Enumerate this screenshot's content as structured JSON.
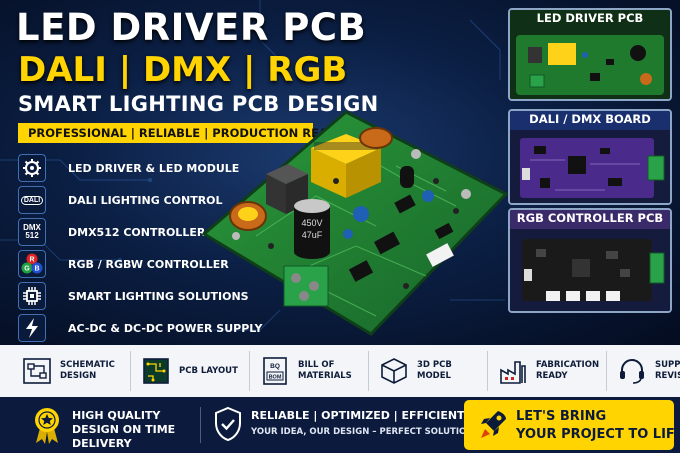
{
  "headline": {
    "title": "LED DRIVER PCB",
    "protocols": "DALI | DMX | RGB",
    "subtitle": "SMART LIGHTING PCB DESIGN",
    "tagline": "PROFESSIONAL | RELIABLE | PRODUCTION READY"
  },
  "features": [
    {
      "label": "LED DRIVER & LED MODULE",
      "icon": "chip-gear-icon"
    },
    {
      "label": "DALI LIGHTING CONTROL",
      "icon": "dali-badge-icon",
      "badge": "DALI"
    },
    {
      "label": "DMX512 CONTROLLER",
      "icon": "dmx-badge-icon",
      "badge_top": "DMX",
      "badge_bottom": "512"
    },
    {
      "label": "RGB / RGBW CONTROLLER",
      "icon": "rgb-circles-icon",
      "badge_r": "R",
      "badge_g": "G",
      "badge_b": "B"
    },
    {
      "label": "SMART LIGHTING SOLUTIONS",
      "icon": "microchip-icon"
    },
    {
      "label": "AC-DC & DC-DC POWER SUPPLY",
      "icon": "lightning-icon"
    }
  ],
  "main_board": {
    "capacitor_marking_1": "450V",
    "capacitor_marking_2": "47uF"
  },
  "panels": [
    {
      "title": "LED DRIVER PCB",
      "board_color": "#1f7a2e",
      "title_bg": "#0f2f16",
      "title_color": "#ffffff"
    },
    {
      "title": "DALI / DMX BOARD",
      "board_color": "#4a2a8a",
      "title_bg": "#1a2f6e",
      "title_color": "#ffffff"
    },
    {
      "title": "RGB CONTROLLER PCB",
      "board_color": "#1a1a1a",
      "title_bg": "#3a2a6a",
      "title_color": "#ffffff"
    }
  ],
  "services": [
    {
      "label": "SCHEMATIC DESIGN",
      "icon": "schematic-icon"
    },
    {
      "label": "PCB LAYOUT",
      "icon": "pcb-layout-icon"
    },
    {
      "label": "BILL OF MATERIALS",
      "icon": "bom-icon",
      "icon_text_1": "BQ",
      "icon_text_2": "BOM"
    },
    {
      "label": "3D PCB MODEL",
      "icon": "cube-icon"
    },
    {
      "label": "FABRICATION READY",
      "icon": "factory-icon"
    },
    {
      "label": "SUPPORT & REVISIONS",
      "icon": "headset-icon"
    }
  ],
  "bottom": {
    "quality_text": "HIGH QUALITY DESIGN ON TIME DELIVERY",
    "values_text": "RELIABLE  |  OPTIMIZED  |  EFFICIENT",
    "slogan": "YOUR IDEA, OUR DESIGN – PERFECT SOLUTION!",
    "cta_line1": "LET'S BRING",
    "cta_line2": "YOUR PROJECT TO LIFE!"
  },
  "colors": {
    "accent_yellow": "#ffd400",
    "navy": "#0b1a3d",
    "pcb_green": "#1f7a2e"
  }
}
